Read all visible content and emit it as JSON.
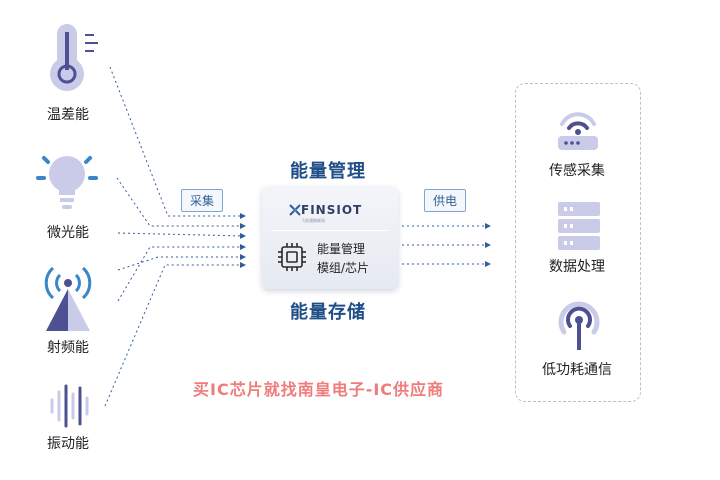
{
  "sources": {
    "thermal": "温差能",
    "light": "微光能",
    "rf": "射频能",
    "vibration": "振动能"
  },
  "tags": {
    "collect": "采集",
    "supply": "供电"
  },
  "center": {
    "top_title": "能量管理",
    "bottom_title": "能量存储",
    "logo_text": "FINSIOT",
    "logo_subtext": "飞易通物联网",
    "chip_line1": "能量管理",
    "chip_line2": "模组/芯片"
  },
  "outputs": {
    "sensing": "传感采集",
    "processing": "数据处理",
    "comm": "低功耗通信"
  },
  "promo": "买IC芯片就找南皇电子-IC供应商",
  "colors": {
    "icon_light": "#c9cbe9",
    "icon_dark": "#4d5191",
    "icon_blue": "#3a87c8",
    "accent_blue": "#1f4f86",
    "arrow_blue": "#2f5d9c",
    "promo_red": "#ef7b7b"
  }
}
